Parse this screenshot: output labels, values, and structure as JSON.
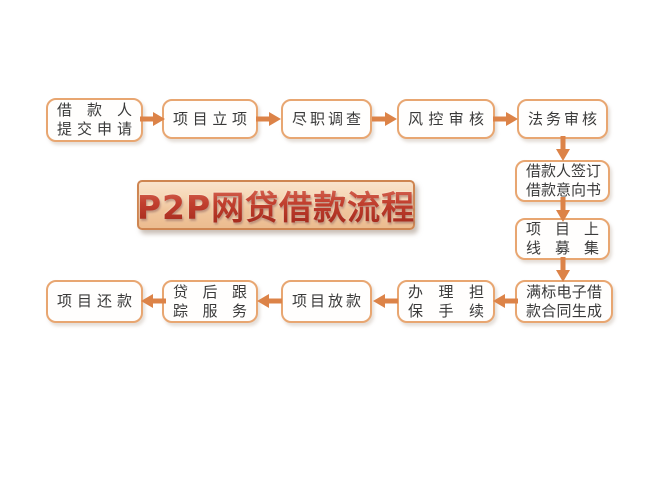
{
  "diagram_title": {
    "text": "P2P网贷借款流程",
    "text_color": "#b5372b",
    "plate_bg_top": "#f9e3cc",
    "plate_bg_bottom": "#ecbc8f",
    "plate_border_color": "#ce8551"
  },
  "style": {
    "node_border_color": "#e8a671",
    "node_fill_color": "#fffefd",
    "node_text_color": "#3a3a3a",
    "arrow_color": "#dc8348",
    "page_background": "#ffffff"
  },
  "nodes": [
    {
      "id": "borrower-apply",
      "lines": [
        "借款人",
        "提交申请"
      ]
    },
    {
      "id": "project-initiation",
      "lines": [
        "项目立项"
      ]
    },
    {
      "id": "due-diligence",
      "lines": [
        "尽职调查"
      ]
    },
    {
      "id": "risk-control-review",
      "lines": [
        "风控审核"
      ]
    },
    {
      "id": "legal-review",
      "lines": [
        "法务审核"
      ]
    },
    {
      "id": "sign-loan-intent",
      "lines": [
        "借款人签订",
        "借款意向书"
      ]
    },
    {
      "id": "launch-fundraising",
      "lines": [
        "项目上",
        "线募集"
      ]
    },
    {
      "id": "contract-generated",
      "lines": [
        "满标电子借",
        "款合同生成"
      ]
    },
    {
      "id": "guarantee-procedures",
      "lines": [
        "办理担",
        "保手续"
      ]
    },
    {
      "id": "loan-disbursement",
      "lines": [
        "项目放款"
      ]
    },
    {
      "id": "post-loan-tracking",
      "lines": [
        "贷后跟",
        "踪服务"
      ]
    },
    {
      "id": "project-repayment",
      "lines": [
        "项目还款"
      ]
    }
  ],
  "flow_order": [
    "借款人提交申请",
    "项目立项",
    "尽职调查",
    "风控审核",
    "法务审核",
    "借款人签订借款意向书",
    "项目上线募集",
    "满标电子借款合同生成",
    "办理担保手续",
    "项目放款",
    "贷后跟踪服务",
    "项目还款"
  ]
}
